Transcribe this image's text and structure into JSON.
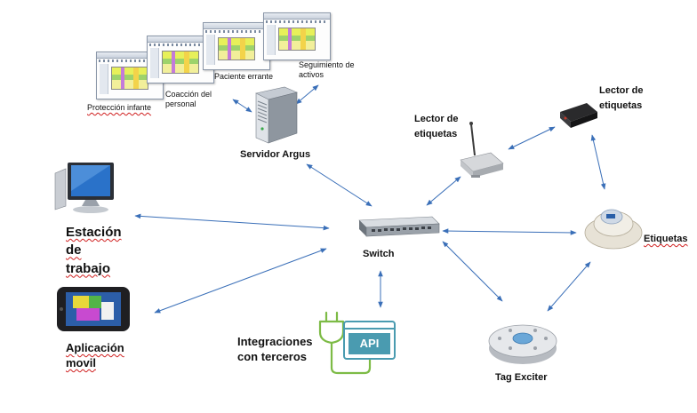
{
  "labels": {
    "proteccion_infante": "Protección infante",
    "coaccion_personal": "Coacción del personal",
    "paciente_errante": "Paciente errante",
    "seguimiento_activos": "Seguimiento de activos",
    "servidor_argus": "Servidor Argus",
    "estacion_trabajo": "Estación de trabajo",
    "aplicacion_movil": "Aplicación movil",
    "integraciones": "Integraciones con terceros",
    "api": "API",
    "switch": "Switch",
    "lector_1": "Lector de etiquetas",
    "lector_2": "Lector de etiquetas",
    "etiquetas": "Etiquetas",
    "tag_exciter": "Tag Exciter"
  },
  "colors": {
    "arrow": "#3a6fb8",
    "api_box": "#4a9bb0",
    "api_cable": "#7dbb46",
    "screen_blue": "#2a72c9"
  }
}
